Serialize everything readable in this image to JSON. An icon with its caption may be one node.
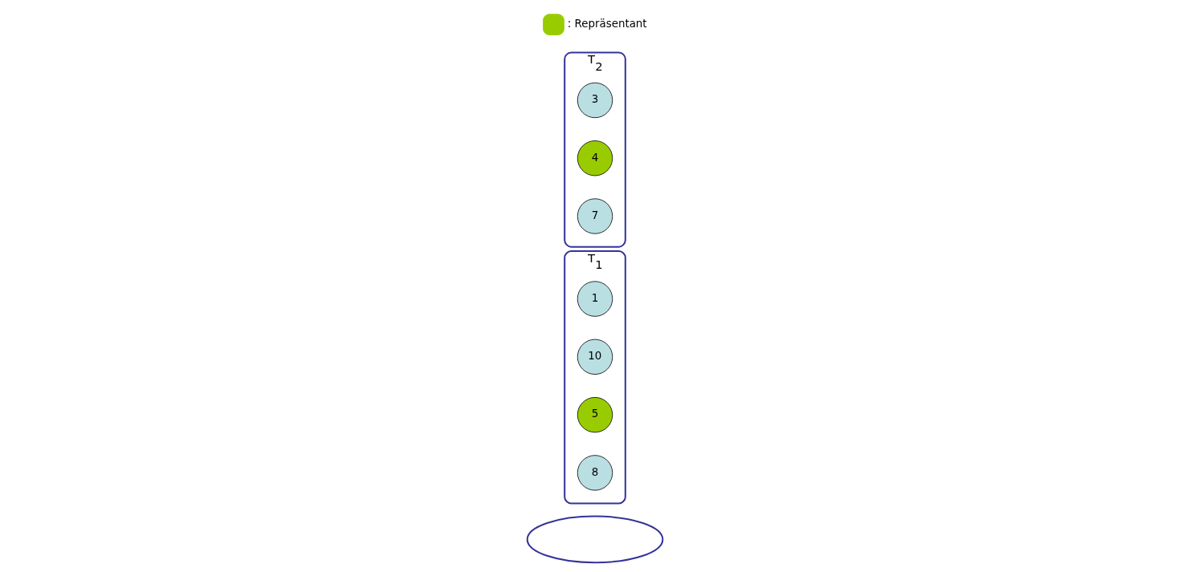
{
  "diagram": {
    "nodes": [
      {
        "text": [],
        "shape": "ellipse"
      },
      {
        "text": [
          "T$_{1}$"
        ]
      },
      {
        "text": [
          "1"
        ],
        "in": 1
      },
      {
        "text": [
          "10"
        ],
        "in": 1
      },
      {
        "text": [
          "5"
        ],
        "in": 1
      },
      {
        "text": [
          "8"
        ],
        "in": 1
      },
      {
        "text": [
          "T$_{2}$"
        ]
      },
      {
        "text": [
          "3"
        ],
        "in": 6
      },
      {
        "text": [
          "4"
        ],
        "in": 6
      },
      {
        "text": [
          "7"
        ],
        "in": 6
      }
    ],
    "edges": [],
    "legend": [
      {
        "text": ": Repräsentant",
        "color": "#99cc00"
      }
    ]
  }
}
